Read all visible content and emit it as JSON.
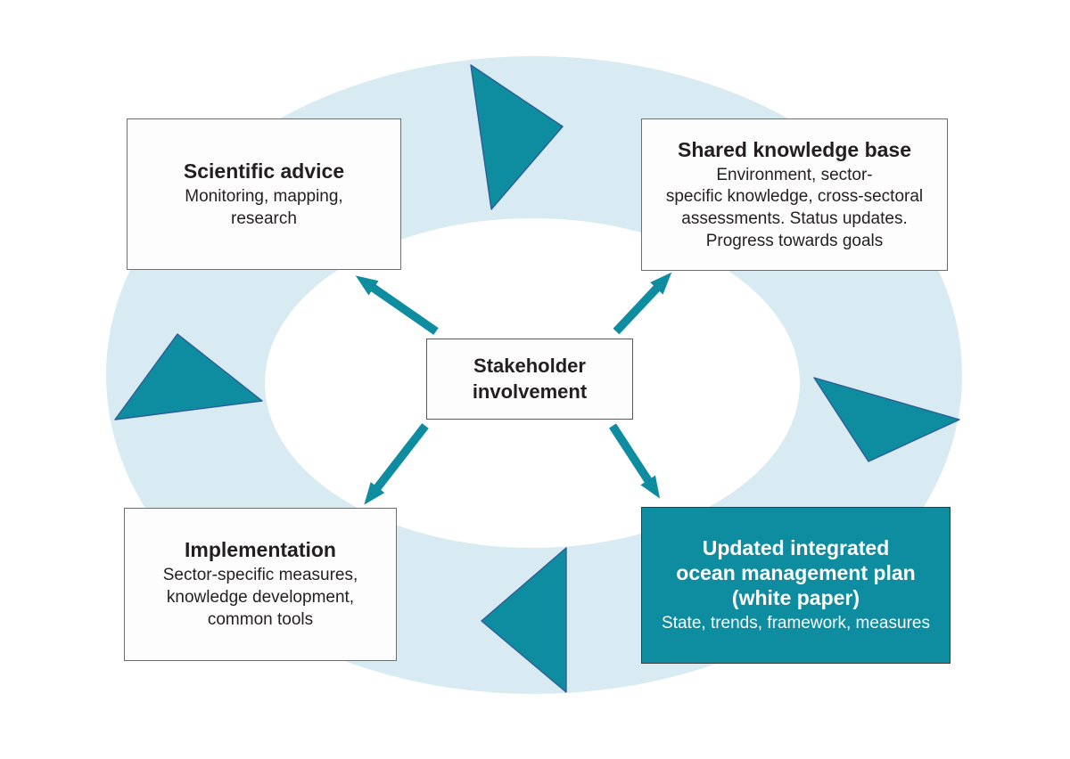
{
  "figure": {
    "type": "cycle-diagram",
    "description": "Integrated ocean management plan cycle"
  },
  "colors": {
    "teal": "#0e8ca0",
    "ring": "#d9ebf2",
    "triangle_stroke": "#2d5e97",
    "box_border": "#6d6e71",
    "text": "#231f20",
    "inverse_text": "#ffffff"
  },
  "center": {
    "label": "Stakeholder\ninvolvement"
  },
  "boxes": [
    {
      "id": "scientific-advice",
      "title": "Scientific advice",
      "body": "Monitoring, mapping,\nresearch"
    },
    {
      "id": "shared-knowledge-base",
      "title": "Shared knowledge base",
      "body": "Environment, sector-\nspecific knowledge, cross-sectoral\nassessments. Status updates.\nProgress towards goals"
    },
    {
      "id": "implementation",
      "title": "Implementation",
      "body": "Sector-specific measures,\nknowledge development,\ncommon tools"
    },
    {
      "id": "updated-plan",
      "title": "Updated integrated\nocean management plan\n(white paper)",
      "body": "State, trends, framework, measures"
    }
  ],
  "icons": {
    "cycle_triangles": "clockwise-direction-triangle-icons",
    "arrows": "outward-arrow-icons"
  }
}
